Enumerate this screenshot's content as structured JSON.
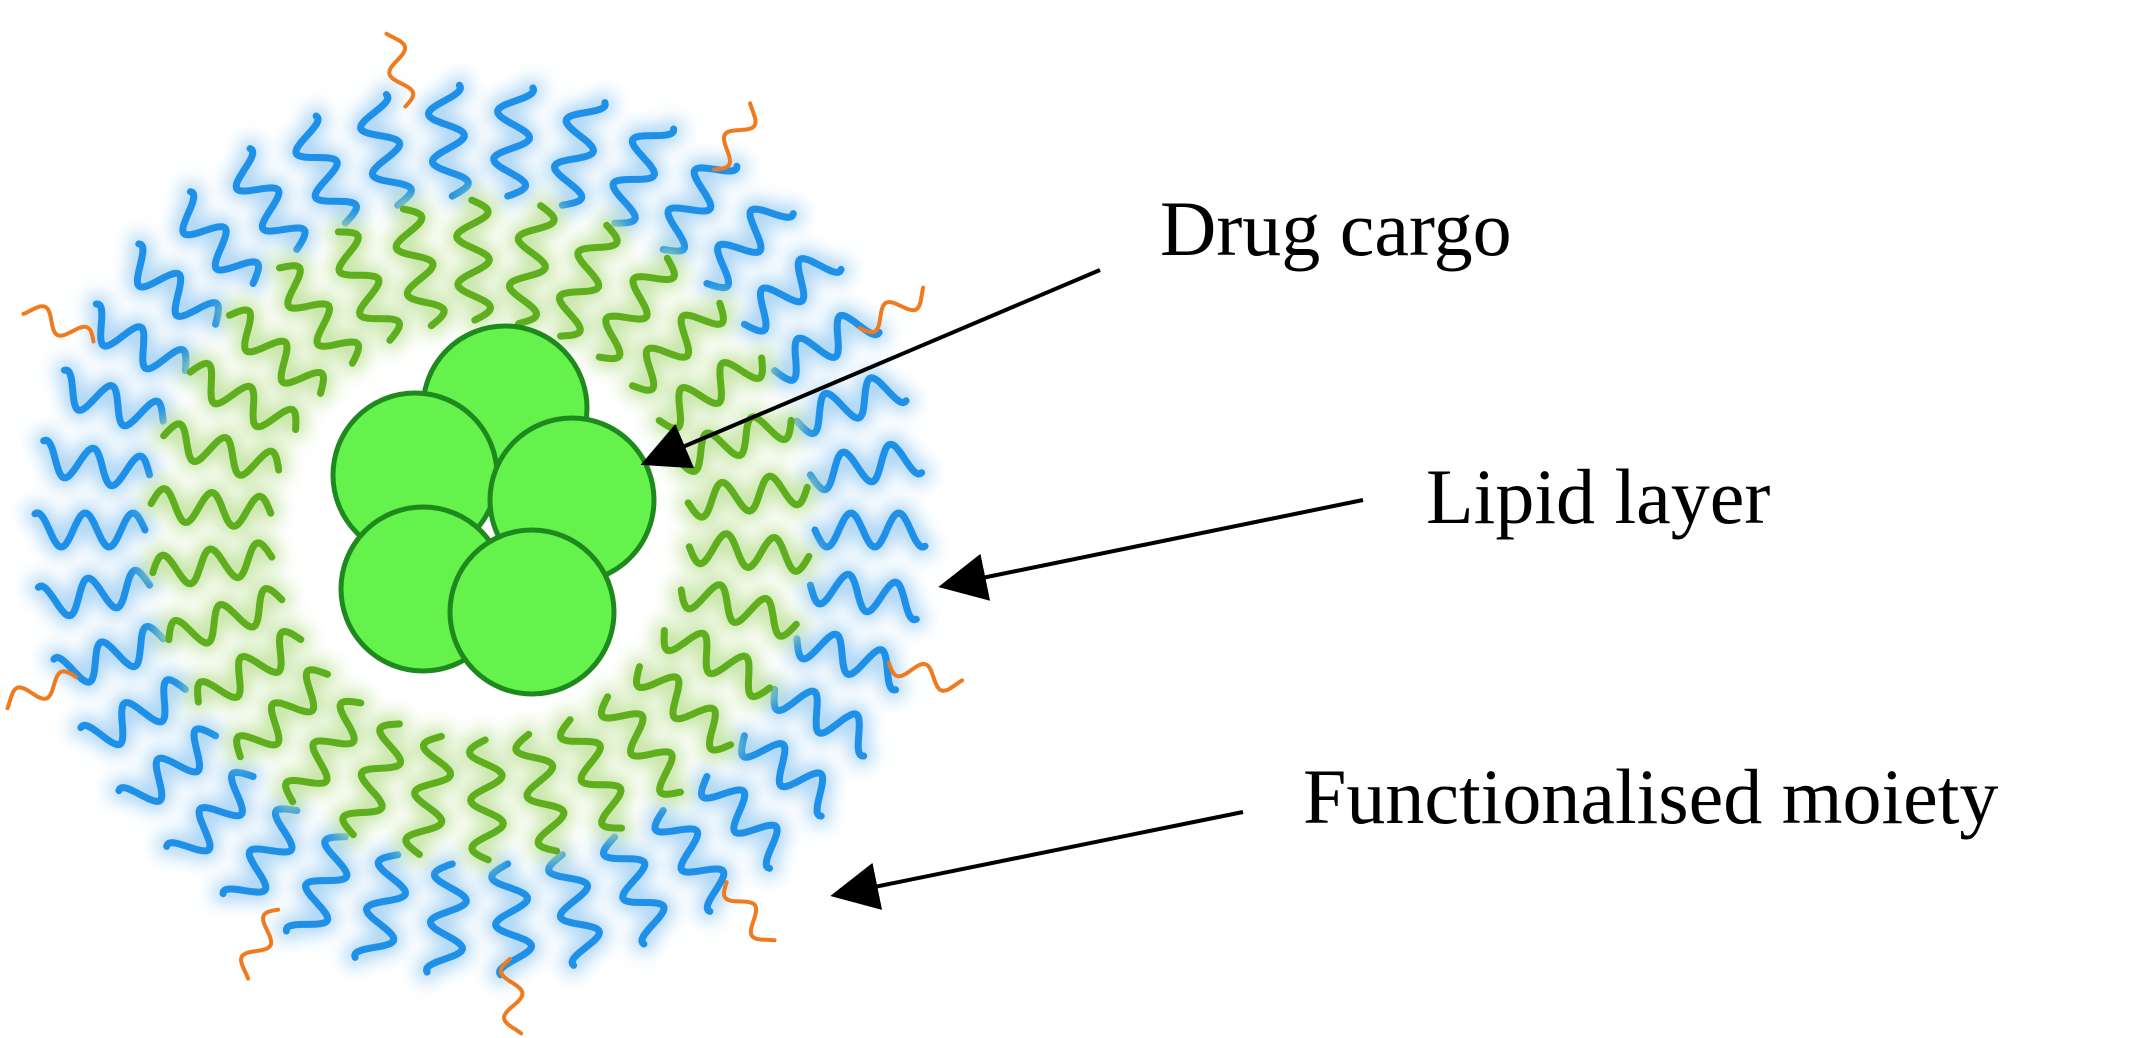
{
  "labels": {
    "drug_cargo": "Drug cargo",
    "lipid_layer": "Lipid layer",
    "functionalised_moiety": "Functionalised moiety"
  },
  "colors": {
    "outer_wave": "#1E90E8",
    "outer_glow": "#A8D4F5",
    "inner_wave": "#5FAE1E",
    "inner_glow": "#C3E4A0",
    "moiety": "#F07A1E",
    "cargo_fill": "#66F24D",
    "cargo_stroke": "#1E8A1E",
    "arrow": "#000000"
  },
  "icons": {
    "particle": "lipid-nanoparticle",
    "cargo": "drug-sphere-cluster",
    "arrow": "pointer-arrow"
  }
}
